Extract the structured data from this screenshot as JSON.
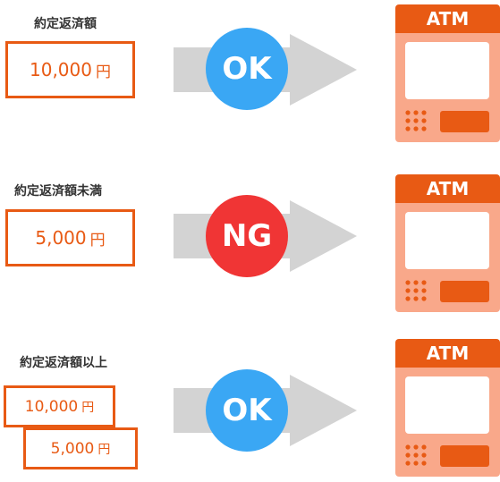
{
  "colors": {
    "accent": "#e85a14",
    "arrow": "#d3d3d3",
    "ok": "#3aa7f4",
    "ng": "#f03535",
    "atm_body": "#f9a88a",
    "atm_header": "#e85a14"
  },
  "rows": [
    {
      "caption": "約定返済額",
      "notes": [
        {
          "value": "10,000",
          "unit": "円"
        }
      ],
      "badge": {
        "label": "OK",
        "status": "ok"
      },
      "atm": {
        "label": "ATM",
        "icon": "atm-machine-icon"
      }
    },
    {
      "caption": "約定返済額未満",
      "notes": [
        {
          "value": "5,000",
          "unit": "円"
        }
      ],
      "badge": {
        "label": "NG",
        "status": "ng"
      },
      "atm": {
        "label": "ATM",
        "icon": "atm-machine-icon"
      }
    },
    {
      "caption": "約定返済額以上",
      "notes": [
        {
          "value": "10,000",
          "unit": "円"
        },
        {
          "value": "5,000",
          "unit": "円"
        }
      ],
      "badge": {
        "label": "OK",
        "status": "ok"
      },
      "atm": {
        "label": "ATM",
        "icon": "atm-machine-icon"
      }
    }
  ]
}
